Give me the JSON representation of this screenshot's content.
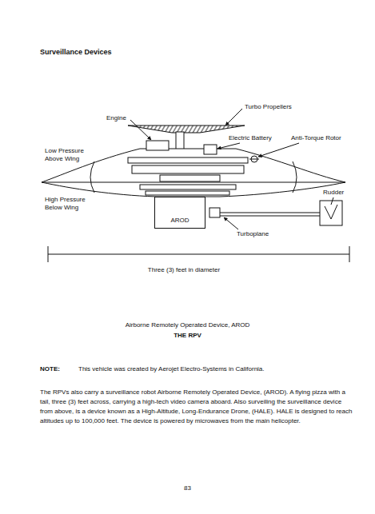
{
  "diagram": {
    "title": "Surveillance Devices",
    "caption": "Airborne Remotely Operated Device, AROD",
    "nodes": [
      {
        "text": [
          "AROD"
        ]
      }
    ],
    "labels": [
      "Engine",
      "Turbo Propellers",
      "Electric Battery",
      "Anti-Torque Rotor",
      "Low Pressure Above Wing",
      "High Pressure Below Wing",
      "Rudder",
      "Turboplane",
      "Three (3) feet in diameter",
      "THE RPV",
      "NOTE:",
      "This vehicle was created by Aerojet Electro-Systems in California.",
      "The RPVs also carry a surveillance robot Airborne Remotely Operated Device, (AROD). A flying pizza with a tail, three (3) feet across, carrying a high-tech video camera aboard. Also surveiling the surveillance device from above, is a device known as a High-Altitude, Long-Endurance Drone, (HALE). HALE is designed to reach altitudes up to 100,000 feet. The device is powered by microwaves from the main helicopter.",
      "83"
    ]
  }
}
